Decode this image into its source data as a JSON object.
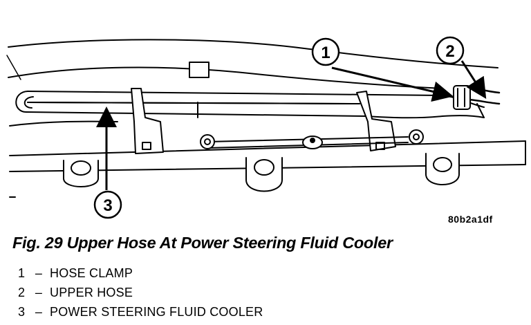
{
  "figure": {
    "callouts": [
      {
        "number": "1"
      },
      {
        "number": "2"
      },
      {
        "number": "3"
      }
    ],
    "image_code": "80b2a1df"
  },
  "caption": "Fig. 29 Upper Hose At Power Steering Fluid Cooler",
  "legend": [
    {
      "number": "1",
      "dash": "–",
      "label": "HOSE CLAMP"
    },
    {
      "number": "2",
      "dash": "–",
      "label": "UPPER HOSE"
    },
    {
      "number": "3",
      "dash": "–",
      "label": "POWER STEERING FLUID COOLER"
    }
  ],
  "colors": {
    "ink": "#000000",
    "paper": "#ffffff"
  }
}
